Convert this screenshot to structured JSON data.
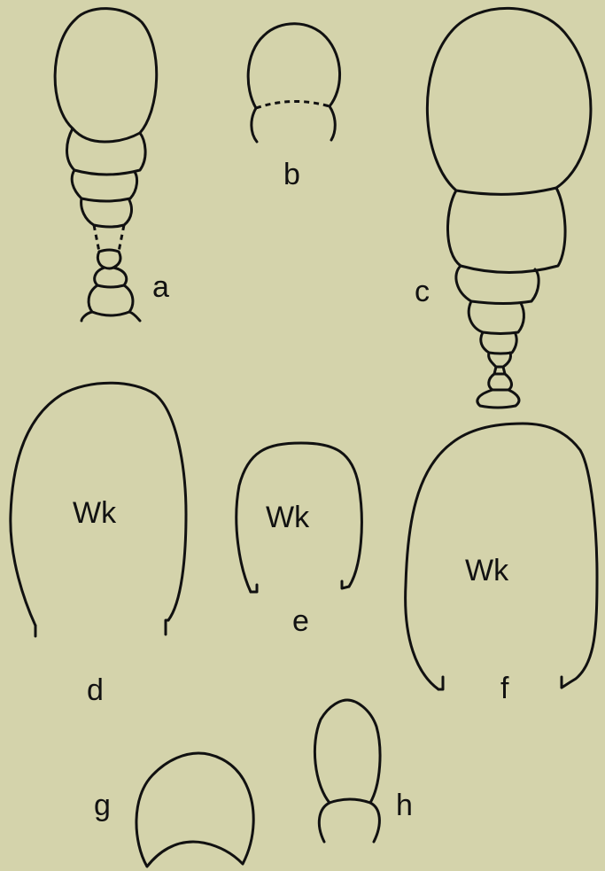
{
  "figure": {
    "background": "#d4d3ab",
    "ink": "#111111",
    "panels": [
      {
        "id": "a",
        "label": "a"
      },
      {
        "id": "b",
        "label": "b"
      },
      {
        "id": "c",
        "label": "c"
      },
      {
        "id": "d",
        "label": "d",
        "inner_label": "Wk"
      },
      {
        "id": "e",
        "label": "e",
        "inner_label": "Wk"
      },
      {
        "id": "f",
        "label": "f",
        "inner_label": "Wk"
      },
      {
        "id": "g",
        "label": "g"
      },
      {
        "id": "h",
        "label": "h"
      }
    ]
  }
}
